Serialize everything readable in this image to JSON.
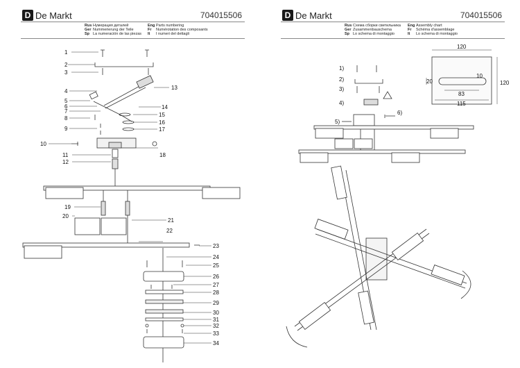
{
  "left": {
    "brand": "De Markt",
    "brand_initial": "D",
    "article": "704015506",
    "labels_col1": [
      {
        "code": "Rus",
        "text": "Нумерация деталей"
      },
      {
        "code": "Ger",
        "text": "Nummerierung der Teile"
      },
      {
        "code": "Sp",
        "text": "La numeración de las piezas"
      }
    ],
    "labels_col2": [
      {
        "code": "Eng",
        "text": "Parts numbering"
      },
      {
        "code": "Fr",
        "text": "Numérotation des composants"
      },
      {
        "code": "It",
        "text": "I numeri del dettagli"
      }
    ],
    "part_numbers": [
      "1",
      "2",
      "3",
      "4",
      "5",
      "6",
      "7",
      "8",
      "9",
      "10",
      "11",
      "12",
      "13",
      "14",
      "15",
      "16",
      "17",
      "18",
      "19",
      "20",
      "21",
      "22",
      "23",
      "24",
      "25",
      "26",
      "27",
      "28",
      "29",
      "30",
      "31",
      "32",
      "33",
      "34"
    ]
  },
  "right": {
    "brand": "De Markt",
    "brand_initial": "D",
    "article": "704015506",
    "labels_col1": [
      {
        "code": "Rus",
        "text": "Схема сборки светильника"
      },
      {
        "code": "Ger",
        "text": "Zusammenbauschema"
      },
      {
        "code": "Sp",
        "text": "Lo schema di montaggio"
      }
    ],
    "labels_col2": [
      {
        "code": "Eng",
        "text": "Assembly chart"
      },
      {
        "code": "Fr",
        "text": "Schéma d'assemblage"
      },
      {
        "code": "It",
        "text": "Lo schema di montaggio"
      }
    ],
    "steps": [
      "1)",
      "2)",
      "3)",
      "4)",
      "5)",
      "6)"
    ],
    "dimensions": {
      "width": "120",
      "height": "120",
      "d20": "20",
      "d10": "10",
      "d83": "83",
      "d115": "115"
    }
  }
}
